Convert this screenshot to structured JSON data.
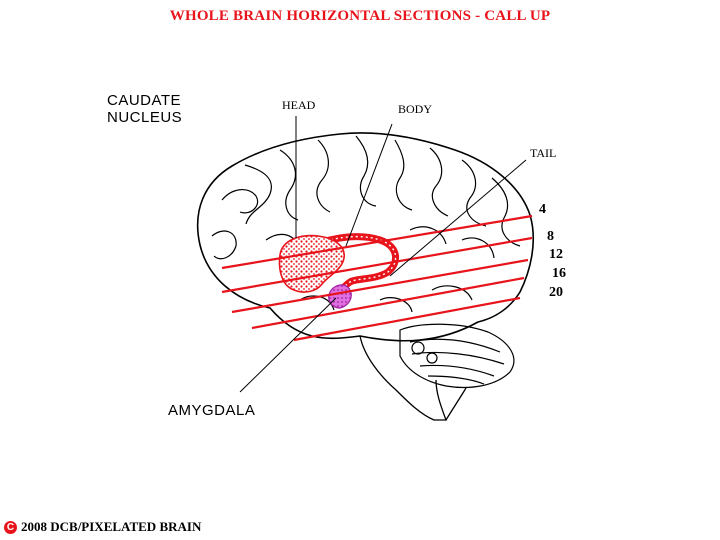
{
  "title": "WHOLE BRAIN HORIZONTAL SECTIONS - CALL UP",
  "labels": {
    "caudate_line1": "CAUDATE",
    "caudate_line2": "NUCLEUS",
    "head": "HEAD",
    "body": "BODY",
    "tail": "TAIL",
    "amygdala": "AMYGDALA"
  },
  "sections": [
    "4",
    "8",
    "12",
    "16",
    "20"
  ],
  "footer": {
    "copyright_symbol": "C",
    "text": "2008  DCB/PIXELATED BRAIN"
  },
  "colors": {
    "title": "#e8141b",
    "section_lines": "#e8141b",
    "caudate": "#e8141b",
    "amygdala": "#cc44cc"
  }
}
